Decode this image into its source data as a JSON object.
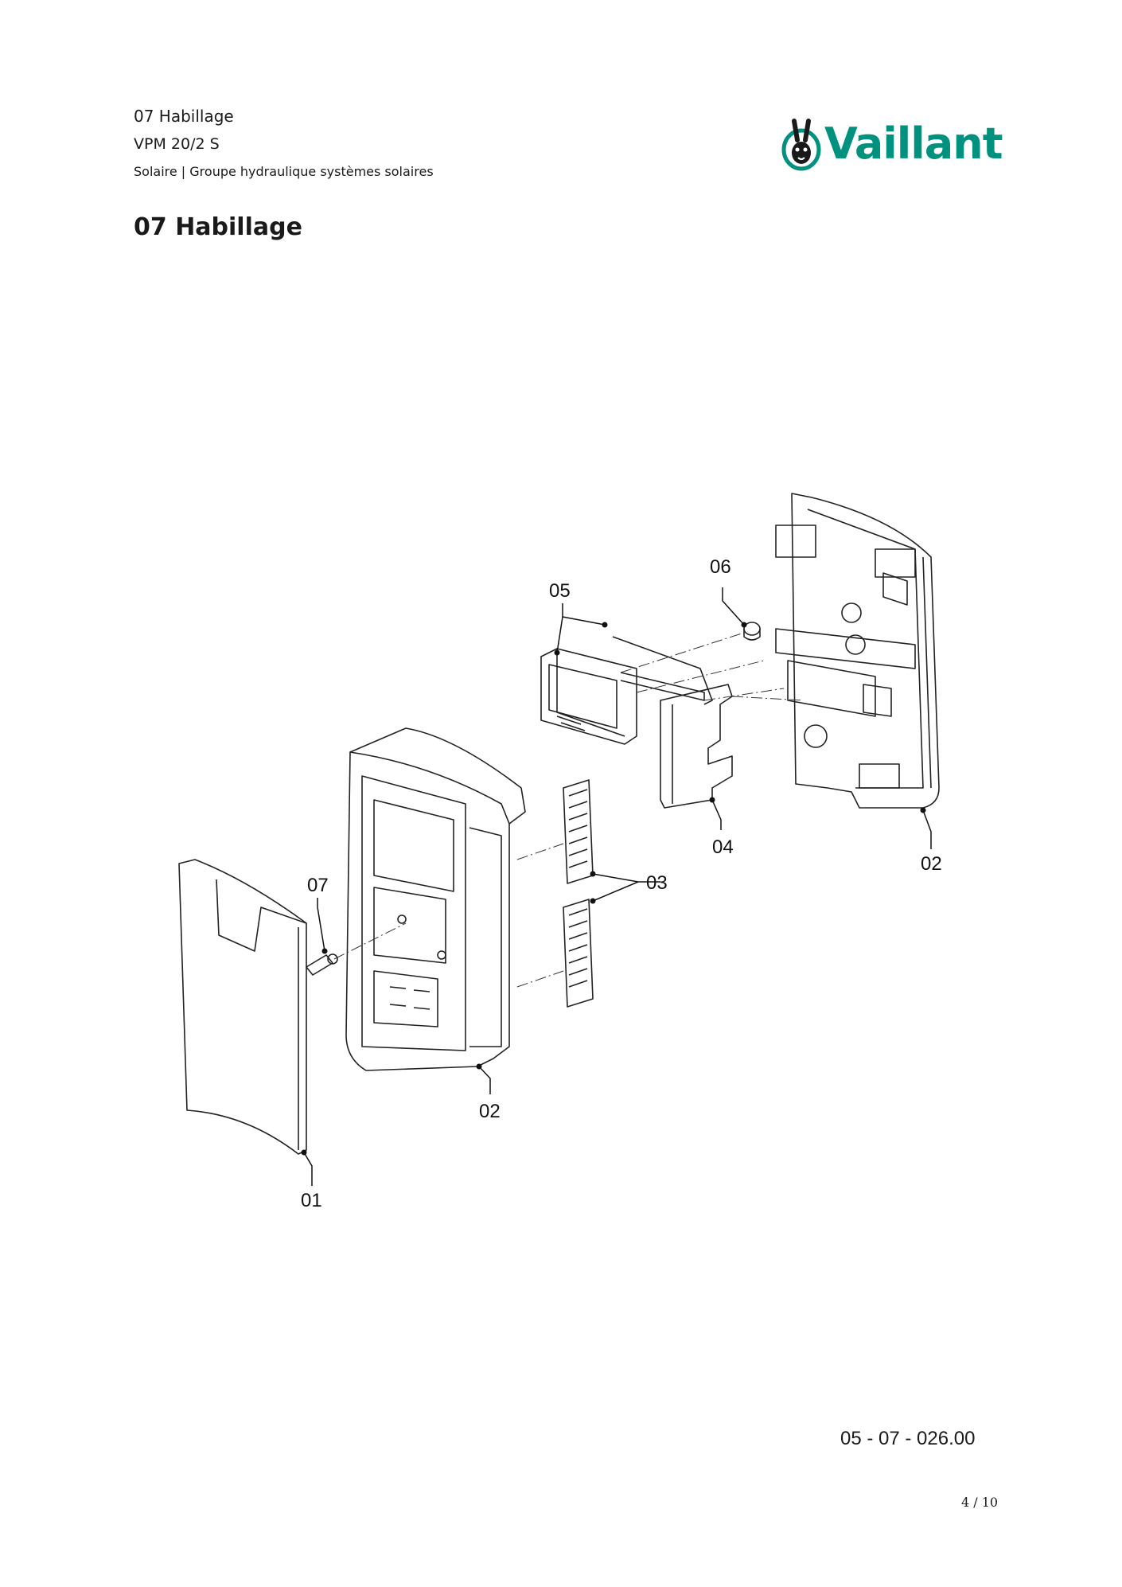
{
  "header": {
    "line1": "07 Habillage",
    "line2": "VPM 20/2 S",
    "line3": "Solaire | Groupe hydraulique systèmes solaires"
  },
  "logo": {
    "text": "Vaillant",
    "color": "#00917f"
  },
  "title": "07 Habillage",
  "diagram": {
    "callouts": {
      "c01": "01",
      "c02a": "02",
      "c02b": "02",
      "c03": "03",
      "c04": "04",
      "c05": "05",
      "c06": "06",
      "c07": "07"
    }
  },
  "footer": {
    "doc_ref": "05 - 07 - 026.00",
    "page": "4 / 10"
  }
}
